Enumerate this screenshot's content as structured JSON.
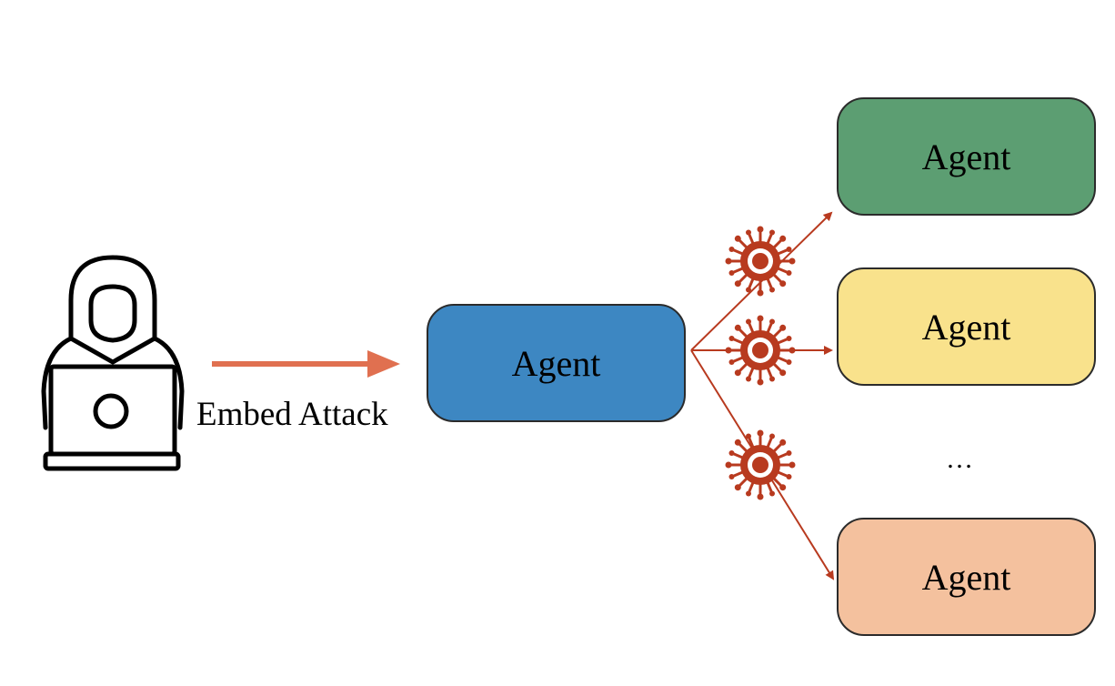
{
  "attacker": {
    "icon": "hacker-laptop-icon"
  },
  "attack_arrow": {
    "label": "Embed Attack",
    "color": "#e07050"
  },
  "source_agent": {
    "label": "Agent",
    "color": "#3d87c2"
  },
  "spread": {
    "arrow_color": "#b83a1f",
    "virus_icon": "virus-icon",
    "virus_color": "#b83a1f"
  },
  "target_agents": [
    {
      "label": "Agent",
      "color": "#5c9e72"
    },
    {
      "label": "Agent",
      "color": "#f9e28c"
    },
    {
      "label": "Agent",
      "color": "#f4c19e"
    }
  ],
  "ellipsis": "…"
}
